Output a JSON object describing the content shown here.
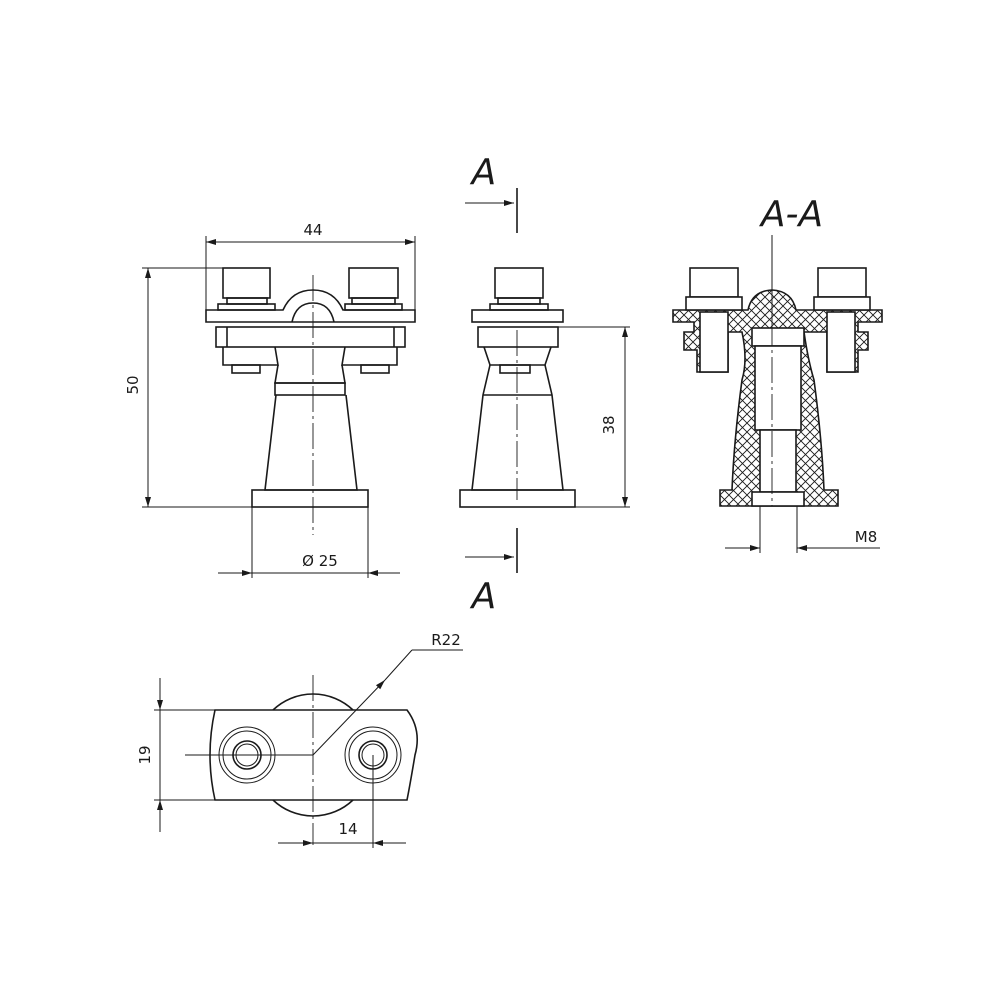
{
  "dimensions": {
    "width_top": "44",
    "height_total": "50",
    "diameter_base": "Ø 25",
    "height_side": "38",
    "thread": "M8",
    "radius": "R22",
    "width_plate": "19",
    "bolt_offset": "14"
  },
  "section": {
    "marker_top": "A",
    "marker_bottom": "A",
    "title": "A-A"
  }
}
